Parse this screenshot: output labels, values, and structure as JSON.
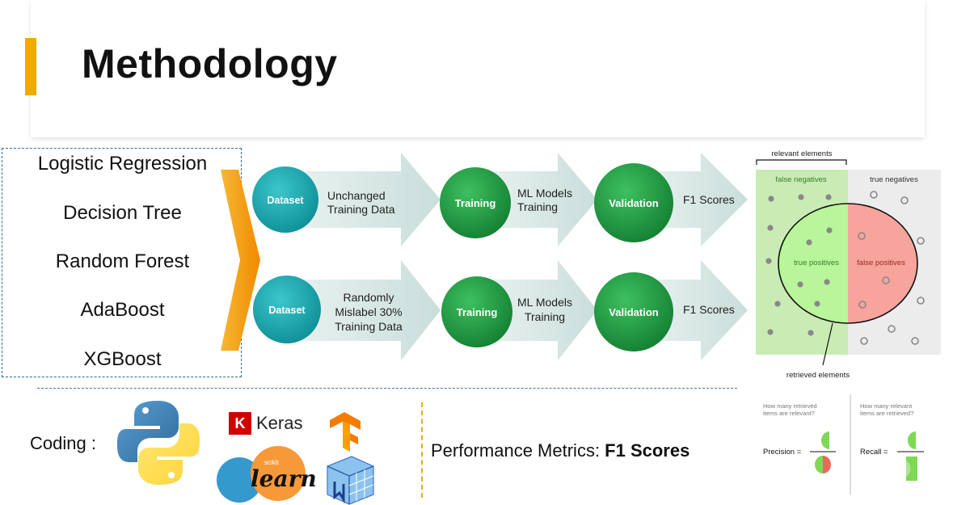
{
  "page": {
    "title": "Methodology"
  },
  "models": [
    "Logistic Regression",
    "Decision Tree",
    "Random Forest",
    "AdaBoost",
    "XGBoost"
  ],
  "pipelines": [
    {
      "dataset": "Dataset",
      "dataset_desc": [
        "Unchanged",
        "Training Data"
      ],
      "training": "Training",
      "training_desc": [
        "ML Models",
        "Training"
      ],
      "validation": "Validation",
      "validation_desc": "F1 Scores"
    },
    {
      "dataset": "Dataset",
      "dataset_desc": [
        "Randomly",
        "Mislabel 30%",
        "Training Data"
      ],
      "training": "Training",
      "training_desc": [
        "ML Models",
        "Training"
      ],
      "validation": "Validation",
      "validation_desc": "F1 Scores"
    }
  ],
  "venn": {
    "relevant": "relevant elements",
    "false_negatives": "false negatives",
    "true_negatives": "true negatives",
    "true_positives": "true positives",
    "false_positives": "false positives",
    "retrieved": "retrieved elements"
  },
  "footer": {
    "coding": "Coding :",
    "keras_logo": "K",
    "keras": "Keras",
    "sklearn_small": "scikit",
    "sklearn": "learn",
    "perf_prefix": "Performance Metrics: ",
    "perf_bold": "F1 Scores"
  },
  "formulas": {
    "precision_question": [
      "How many retrieved",
      "items are relevant?"
    ],
    "precision": "Precision =",
    "recall_question": [
      "How many relevant",
      "items are retrieved?"
    ],
    "recall": "Recall ="
  },
  "colors": {
    "accent": "#f2a900",
    "teal": "#1aa3a8",
    "green": "#1f9a3e",
    "arrow": "#d6e6e4",
    "fn_area": "#c9ecb5",
    "tn_area": "#ececec",
    "fp_area": "#f6a49c"
  }
}
